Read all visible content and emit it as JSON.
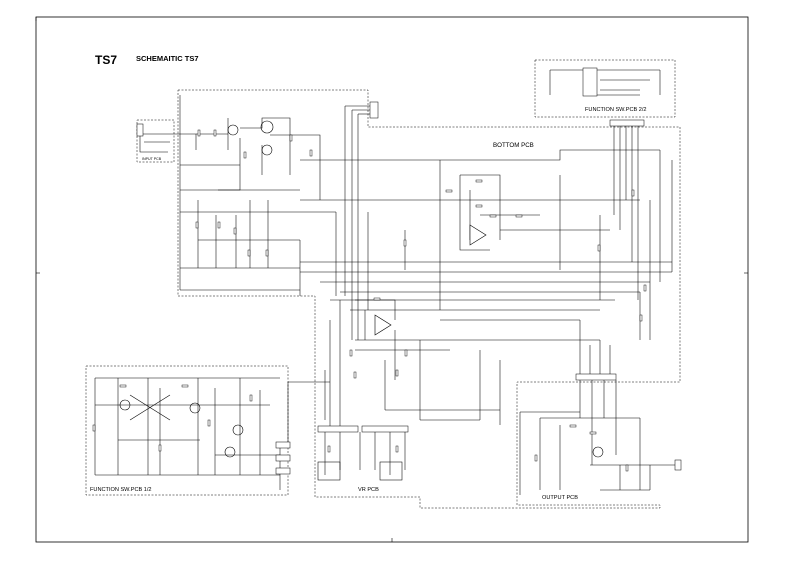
{
  "title": {
    "model": "TS7",
    "subtitle": "SCHEMAITIC TS7"
  },
  "blocks": {
    "input_pcb": "INPUT PCB",
    "bottom_pcb": "BOTTOM PCB",
    "function_sw_pcb_2": "FUNCTION SW.PCB 2/2",
    "function_sw_pcb_1": "FUNCTION SW.PCB 1/2",
    "vr_pcb": "VR PCB",
    "output_pcb": "OUTPUT PCB"
  }
}
